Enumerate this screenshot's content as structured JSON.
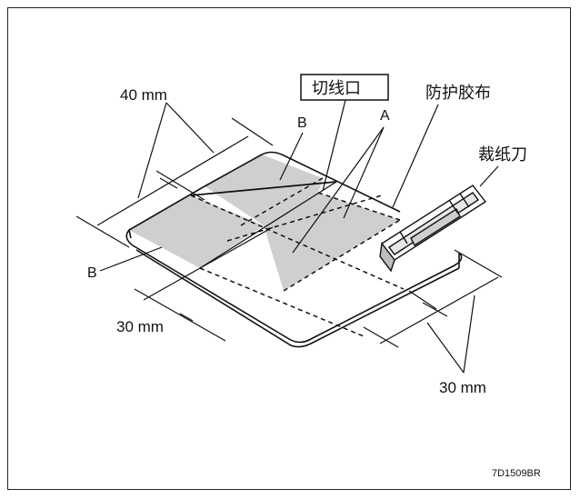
{
  "labels": {
    "dim_top": "40 mm",
    "dim_left_bottom": "30 mm",
    "dim_right": "30 mm",
    "region_b_top": "B",
    "region_b_left": "B",
    "region_a": "A",
    "cut_line": "切线口",
    "tape": "防护胶布",
    "cutter": "裁纸刀",
    "figure_code": "7D1509BR"
  },
  "colors": {
    "shade": "#cfcfcf",
    "line": "#111111",
    "background": "#ffffff"
  }
}
